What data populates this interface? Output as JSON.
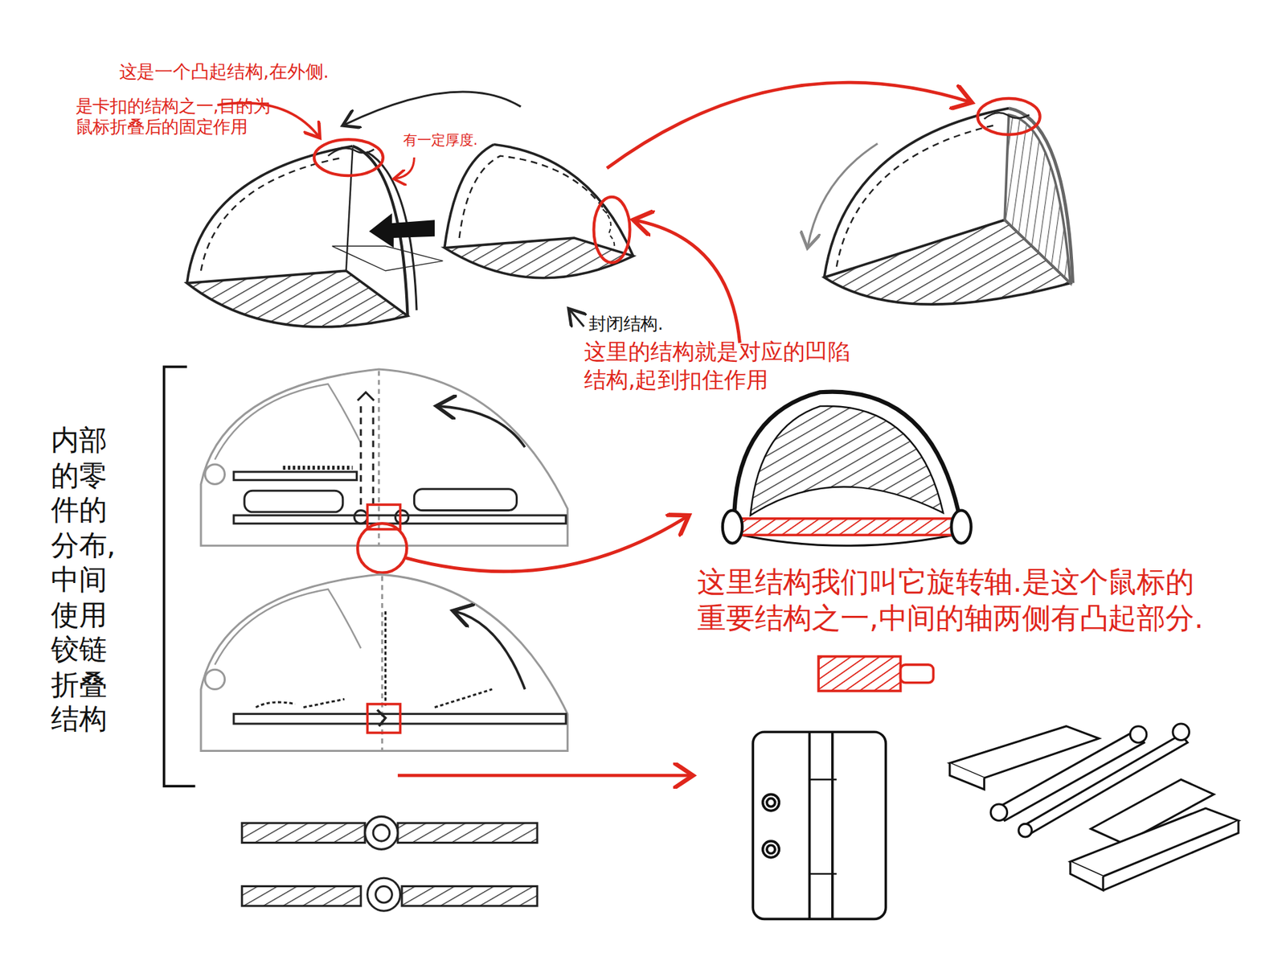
{
  "diagram": {
    "labels": [
      "这是一个凸起结构,在外侧.",
      "是卡扣的结构之一,目的为鼠标折叠后的固定作用",
      "有一定厚度.",
      "封闭结构.",
      "这里的结构就是对应的凹陷结构,起到扣住作用",
      "内部的零件的分布,中间使用铰链折叠结构",
      "这里结构我们叫它旋转轴.是这个鼠标的重要结构之一,中间的轴两侧有凸起部分."
    ]
  }
}
